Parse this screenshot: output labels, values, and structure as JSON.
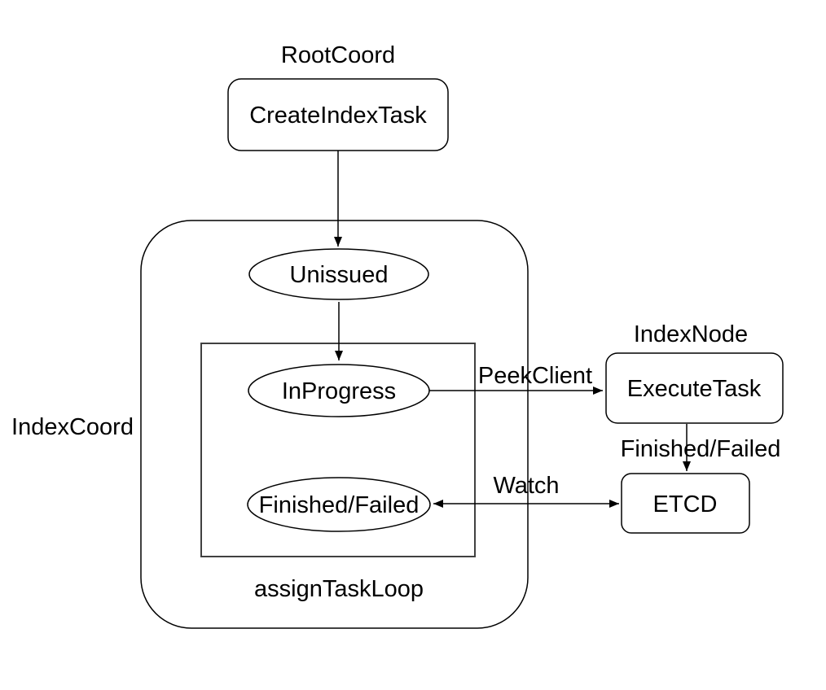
{
  "diagram": {
    "colors": {
      "background": "#ffffff",
      "shape_fill": "#ffffff",
      "shape_stroke": "#000000",
      "inner_box_stroke": "#404040",
      "text": "#000000"
    },
    "nodes": {
      "root_coord_label": "RootCoord",
      "create_index_task": "CreateIndexTask",
      "index_coord_label": "IndexCoord",
      "unissued": "Unissued",
      "in_progress": "InProgress",
      "finished_failed_state": "Finished/Failed",
      "assign_task_loop_label": "assignTaskLoop",
      "index_node_label": "IndexNode",
      "execute_task": "ExecuteTask",
      "etcd": "ETCD"
    },
    "edge_labels": {
      "peek_client": "PeekClient",
      "finished_failed": "Finished/Failed",
      "watch": "Watch"
    }
  }
}
